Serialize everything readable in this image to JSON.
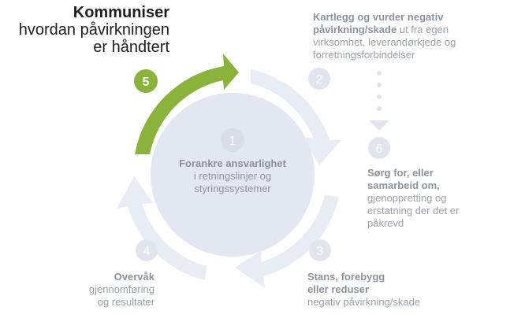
{
  "center": {
    "number": "1",
    "title": "Forankre ansvarlighet",
    "desc": "i retningslinjer og styringssystemer"
  },
  "steps": [
    {
      "number": "2",
      "title": "Kartlegg og vurder negativ påvirkning/skade",
      "desc": "ut fra egen virksomhet, leverandørkjede og forretningsforbindelser"
    },
    {
      "number": "3",
      "title": "Stans, forebygg eller reduser",
      "desc": "negativ påvirkning/skade"
    },
    {
      "number": "4",
      "title": "Overvåk",
      "desc": "gjennomføring og resultater"
    },
    {
      "number": "5",
      "title": "Kommuniser",
      "desc": "hvordan påvirkningen er håndtert"
    },
    {
      "number": "6",
      "title": "Sørg for, eller samarbeid om,",
      "desc": "gjenoppretting og erstatning der det er påkrevd"
    }
  ],
  "colors": {
    "accent": "#8ab33c",
    "ring": "#e7ebf4",
    "center_disk": "#e2e6f0",
    "badge": "#dfe3ec",
    "text": "#9aa1a8"
  }
}
